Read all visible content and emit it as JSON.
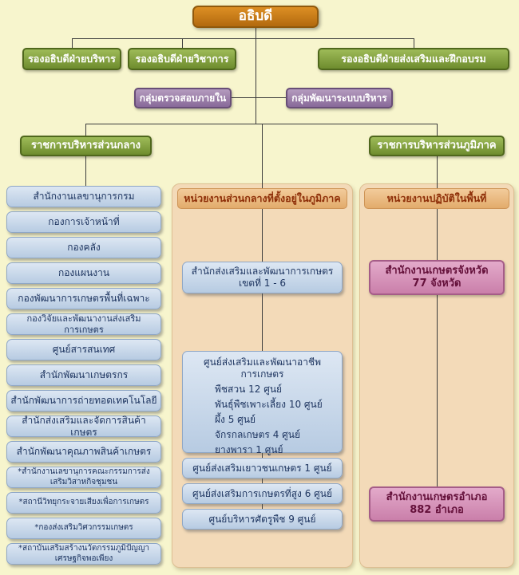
{
  "org": {
    "director": "อธิบดี",
    "deputies": [
      "รองอธิบดีฝ่ายบริหาร",
      "รองอธิบดีฝ่ายวิชาการ",
      "รองอธิบดีฝ่ายส่งเสริมและฝึกอบรม"
    ],
    "staff_groups": [
      "กลุ่มตรวจสอบภายใน",
      "กลุ่มพัฒนาระบบบริหาร"
    ],
    "central_admin": "ราชการบริหารส่วนกลาง",
    "regional_admin": "ราชการบริหารส่วนภูมิภาค",
    "central_units": [
      "สำนักงานเลขานุการกรม",
      "กองการเจ้าหน้าที่",
      "กองคลัง",
      "กองแผนงาน",
      "กองพัฒนาการเกษตรพื้นที่เฉพาะ",
      "กองวิจัยและพัฒนางานส่งเสริมการเกษตร",
      "ศูนย์สารสนเทศ",
      "สำนักพัฒนาเกษตรกร",
      "สำนักพัฒนาการถ่ายทอดเทคโนโลยี",
      "สำนักส่งเสริมและจัดการสินค้าเกษตร",
      "สำนักพัฒนาคุณภาพสินค้าเกษตร",
      "*สำนักงานเลขานุการคณะกรรมการส่งเสริมวิสาหกิจชุมชน",
      "*สถานีวิทยุกระจายเสียงเพื่อการเกษตร",
      "*กองส่งเสริมวิศวกรรมเกษตร",
      "*สถาบันเสริมสร้างนวัตกรรมภูมิปัญญาเศรษฐกิจพอเพียง"
    ],
    "regional_column": {
      "header": "หน่วยงานส่วนกลางที่ตั้งอยู่ในภูมิภาค",
      "zone_office_line1": "สำนักส่งเสริมและพัฒนาการเกษตร",
      "zone_office_line2": "เขตที่ 1 - 6",
      "career_center_title": "ศูนย์ส่งเสริมและพัฒนาอาชีพการเกษตร",
      "career_center_items": [
        "พืชสวน 12 ศูนย์",
        "พันธุ์พืชเพาะเลี้ยง 10 ศูนย์",
        "ผึ้ง 5 ศูนย์",
        "จักรกลเกษตร 4 ศูนย์",
        "ยางพารา 1 ศูนย์"
      ],
      "youth_center": "ศูนย์ส่งเสริมเยาวชนเกษตร 1 ศูนย์",
      "highland_center": "ศูนย์ส่งเสริมการเกษตรที่สูง 6 ศูนย์",
      "pest_center": "ศูนย์บริหารศัตรูพืช 9 ศูนย์"
    },
    "field_column": {
      "header": "หน่วยงานปฏิบัติในพื้นที่",
      "province_office_line1": "สำนักงานเกษตรจังหวัด",
      "province_office_line2": "77 จังหวัด",
      "district_office_line1": "สำนักงานเกษตรอำเภอ",
      "district_office_line2": "882 อำเภอ"
    }
  },
  "colors": {
    "background": "#F7F5CD",
    "director_box": "#C8791E",
    "deputy_box": "#7E9B3A",
    "group_box": "#9C7FA8",
    "unit_box": "#C6D5E8",
    "column_bg": "#F3DAB8",
    "column_header": "#ECBE8C",
    "column_header_text": "#8E2F08",
    "pink_box": "#D795B8",
    "pink_text": "#64103A"
  }
}
